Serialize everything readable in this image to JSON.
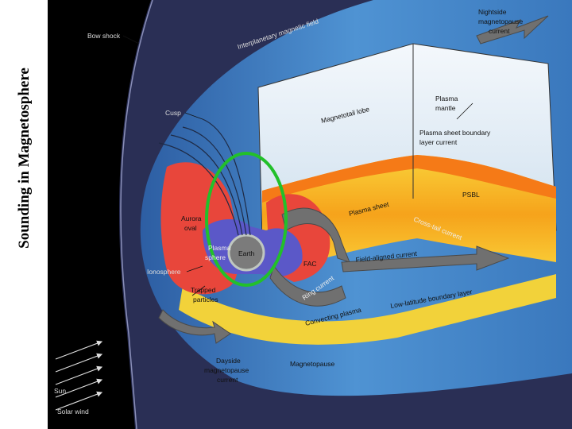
{
  "page": {
    "title": "Sounding in Magnetosphere"
  },
  "labels": {
    "bow_shock": "Bow shock",
    "imf": "Interplanetary magnetic field",
    "nightside_mp": [
      "Nightside",
      "magnetopause",
      "current"
    ],
    "plasma_mantle": [
      "Plasma",
      "mantle"
    ],
    "cusp": "Cusp",
    "magnetotail_lobe": "Magnetotail lobe",
    "psbl_current": [
      "Plasma sheet boundary",
      "layer current"
    ],
    "psbl": "PSBL",
    "plasma_sheet": "Plasma sheet",
    "aurora_oval": [
      "Aurora",
      "oval"
    ],
    "cross_tail": "Cross-tail current",
    "plasmasphere": [
      "Plasma",
      "sphere"
    ],
    "earth": "Earth",
    "fac": "FAC",
    "field_aligned": "Field-aligned current",
    "ionosphere": "Ionosphere",
    "ring_current": "Ring current",
    "llbl": "Low-latitude boundary layer",
    "trapped": [
      "Trapped",
      "particles"
    ],
    "convecting": "Convecting plasma",
    "dayside_mp": [
      "Dayside",
      "magnetopause",
      "current"
    ],
    "magnetopause": "Magnetopause",
    "sun": "Sun",
    "solar_wind": "Solar wind"
  },
  "colors": {
    "background": "#000000",
    "bow_shock": "#3a3f66",
    "magnetosheath": "#3d7fc1",
    "tail_lobe": "#e9f1f8",
    "plasma_sheet": "#f7c21a",
    "field_region": "#e8463b",
    "plasmasphere": "#5b58c8",
    "highlight_ellipse": "#22c02a",
    "arrows": "#6b6b6b"
  }
}
